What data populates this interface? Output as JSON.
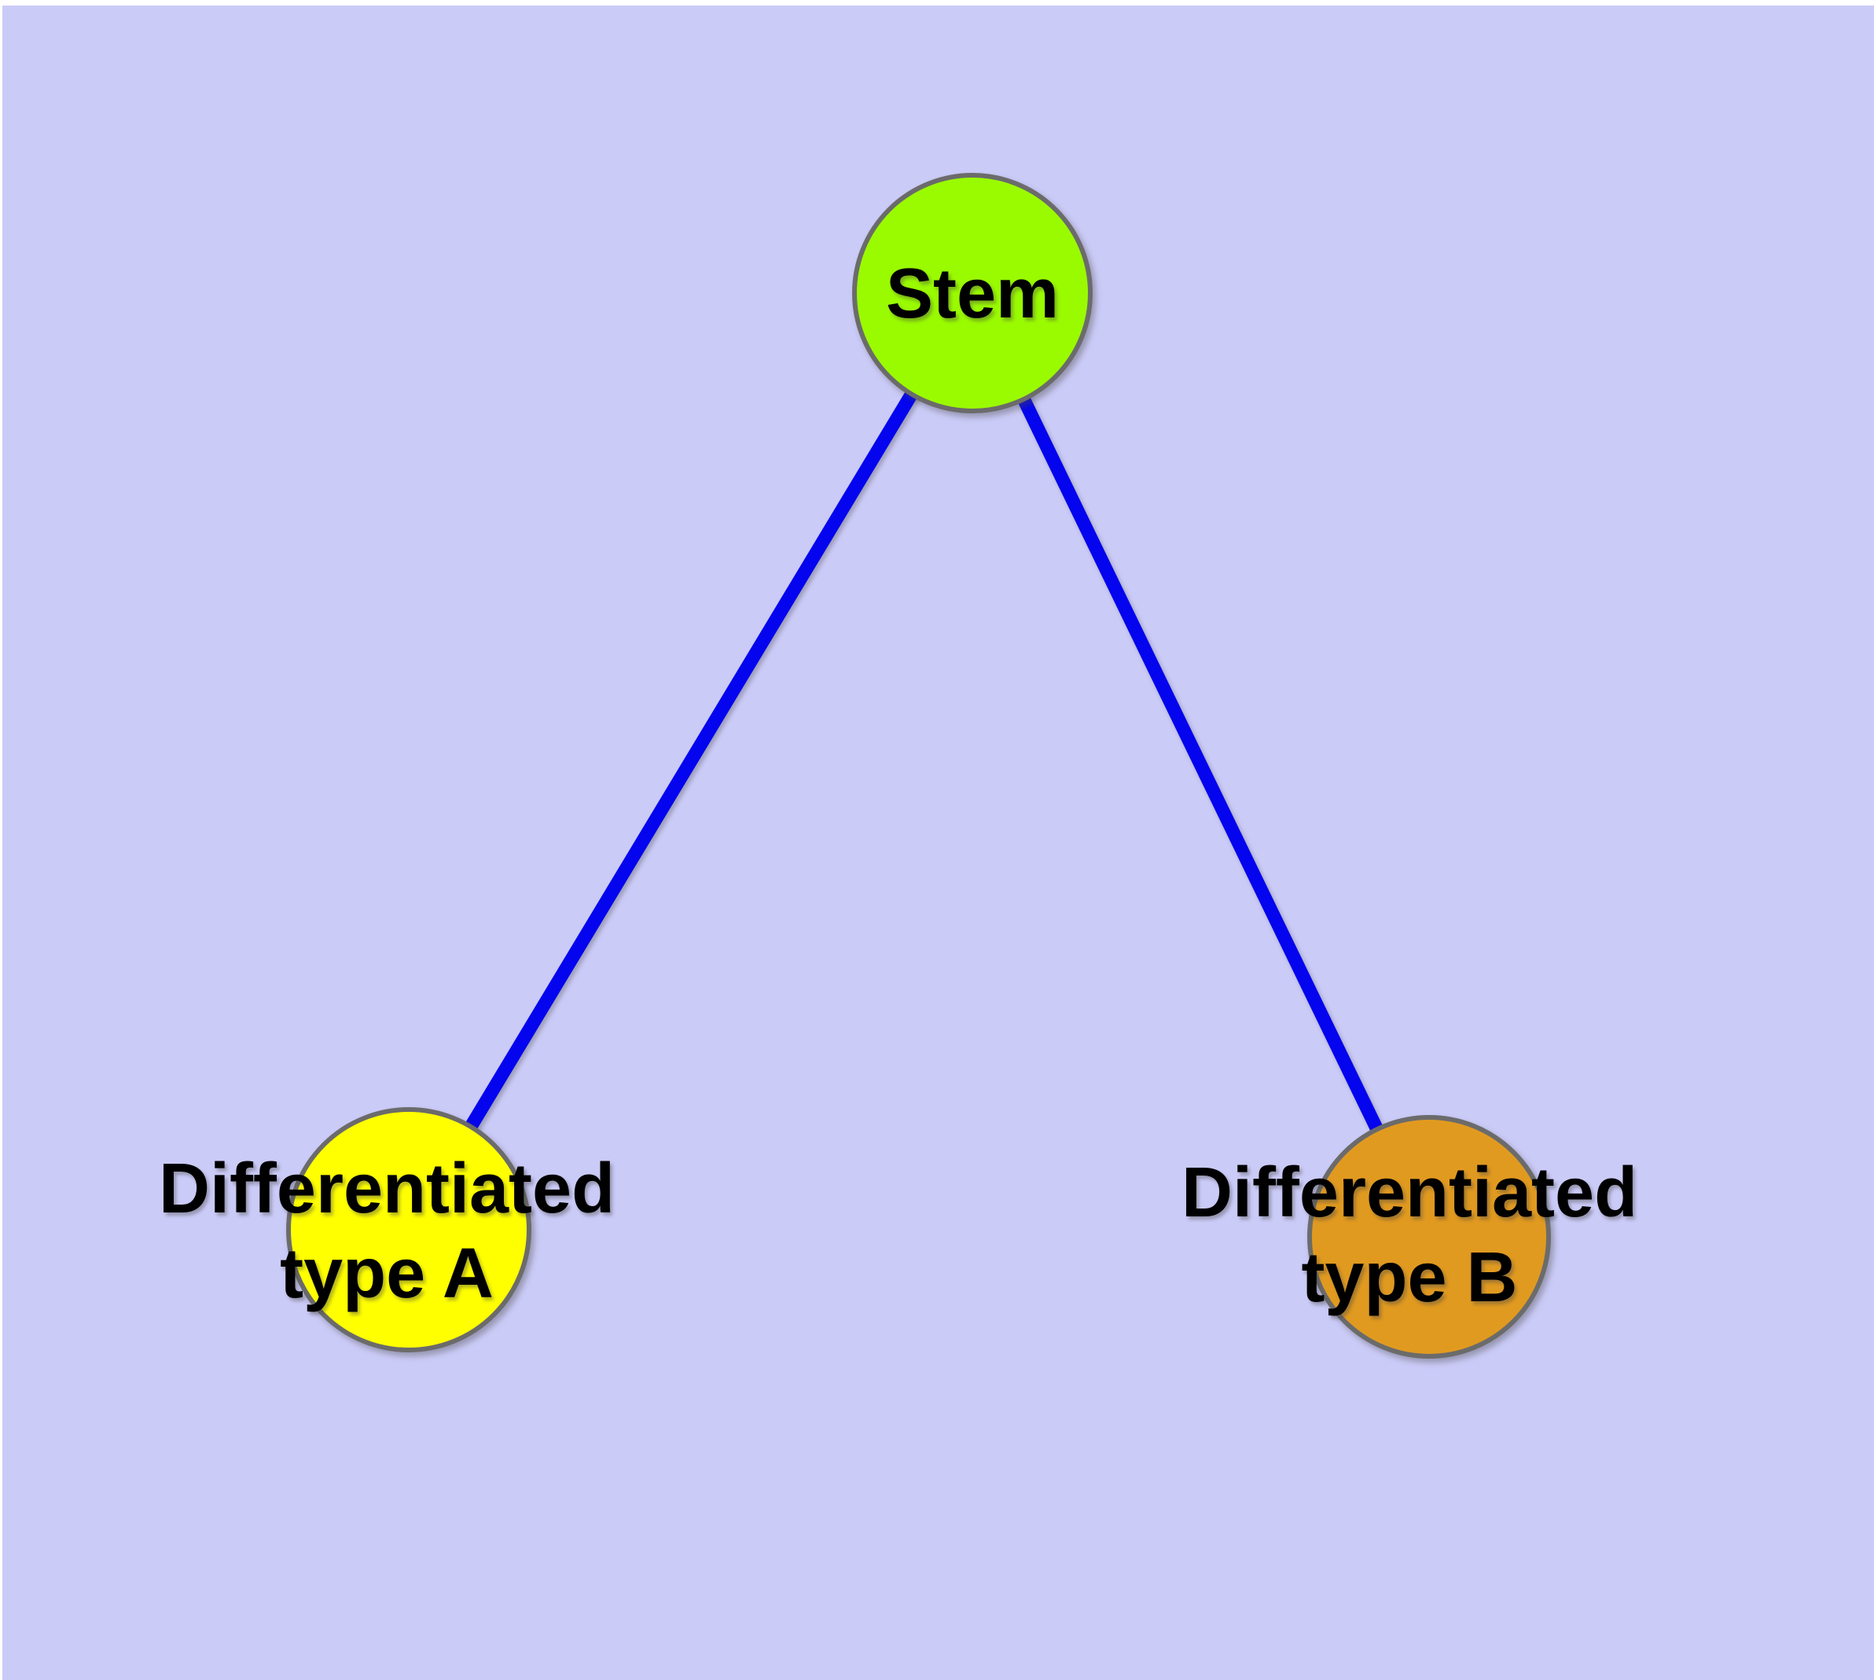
{
  "diagram": {
    "type": "graph",
    "description": "Stem cell differentiation tree: one root node connected to two differentiated cell type nodes",
    "colors": {
      "panel_background": "#cbcbf8",
      "page_margin": "#ffffff",
      "edge_color": "#0404ee",
      "node_border_color": "#6b6b6b",
      "label_color": "#000000"
    },
    "nodes": [
      {
        "id": "stem",
        "label": "Stem",
        "label_lines": {
          "0": "Stem"
        },
        "fill": "#9afb00"
      },
      {
        "id": "type-a",
        "label": "Differentiated type A",
        "label_lines": {
          "0": "Differentiated",
          "1": "type A"
        },
        "fill": "#ffff00"
      },
      {
        "id": "type-b",
        "label": "Differentiated type B",
        "label_lines": {
          "0": "Differentiated",
          "1": "type B"
        },
        "fill": "#e19a20"
      }
    ],
    "edges": [
      {
        "from": "Stem",
        "to": "Differentiated type A"
      },
      {
        "from": "Stem",
        "to": "Differentiated type B"
      }
    ]
  }
}
